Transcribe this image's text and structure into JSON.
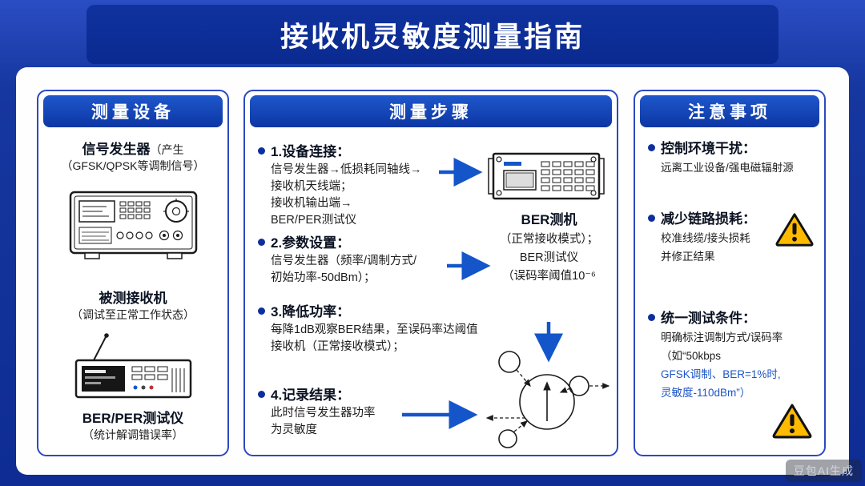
{
  "title": "接收机灵敏度测量指南",
  "watermark": "豆包AI生成",
  "colors": {
    "arrow_blue": "#1456c9",
    "warning_yellow": "#ffba00",
    "highlight_blue": "#1d55c6",
    "accent_blue": "#0d36a3"
  },
  "equipment_panel": {
    "header": "测量设备",
    "item1": {
      "title": "信号发生器",
      "inline": "（产生",
      "line2": "（GFSK/QPSK等调制信号）"
    },
    "device1_icon": "signal-generator-illustration",
    "item2": {
      "title": "被测接收机",
      "line2": "（调试至正常工作状态）"
    },
    "device2_icon": "receiver-under-test-illustration",
    "item3": {
      "title": "BER/PER测试仪",
      "line2": "（统计解调错误率）"
    }
  },
  "steps_panel": {
    "header": "测量步骤",
    "steps": [
      {
        "label": "1.设备连接：",
        "lines": [
          "信号发生器→低损耗同轴线→",
          "接收机天线端；",
          "接收机输出端→",
          "BER/PER测试仪"
        ]
      },
      {
        "label": "2.参数设置：",
        "lines": [
          "信号发生器（频率/调制方式/",
          "初始功率-50dBm）；"
        ]
      },
      {
        "label": "3.降低功率：",
        "lines": [
          "每降1dB观察BER结果，至误码率达阈值",
          "接收机（正常接收模式）；"
        ]
      },
      {
        "label": "4.记录结果：",
        "lines": [
          "此时信号发生器功率",
          "为灵敏度"
        ]
      }
    ],
    "device_icon": "ber-tester-illustration",
    "caption": {
      "title": "BER测机",
      "line1": "（正常接收模式）；",
      "line2": "BER测试仪",
      "line3": "（误码率阈值10⁻⁶"
    },
    "diagram_icon": "antenna-pattern-sketch"
  },
  "notes_panel": {
    "header": "注意事项",
    "note1": {
      "label": "控制环境干扰：",
      "line1": "远离工业设备/强电磁辐射源"
    },
    "note2": {
      "label": "减少链路损耗：",
      "line1": "校准线缆/接头损耗",
      "line2": "并修正结果"
    },
    "note3": {
      "label": "统一测试条件：",
      "line1": "明确标注调制方式/误码率",
      "line2": "（如“50kbps",
      "line3": "GFSK调制、BER=1%时,",
      "line4": "灵敏度-110dBm”）"
    }
  }
}
